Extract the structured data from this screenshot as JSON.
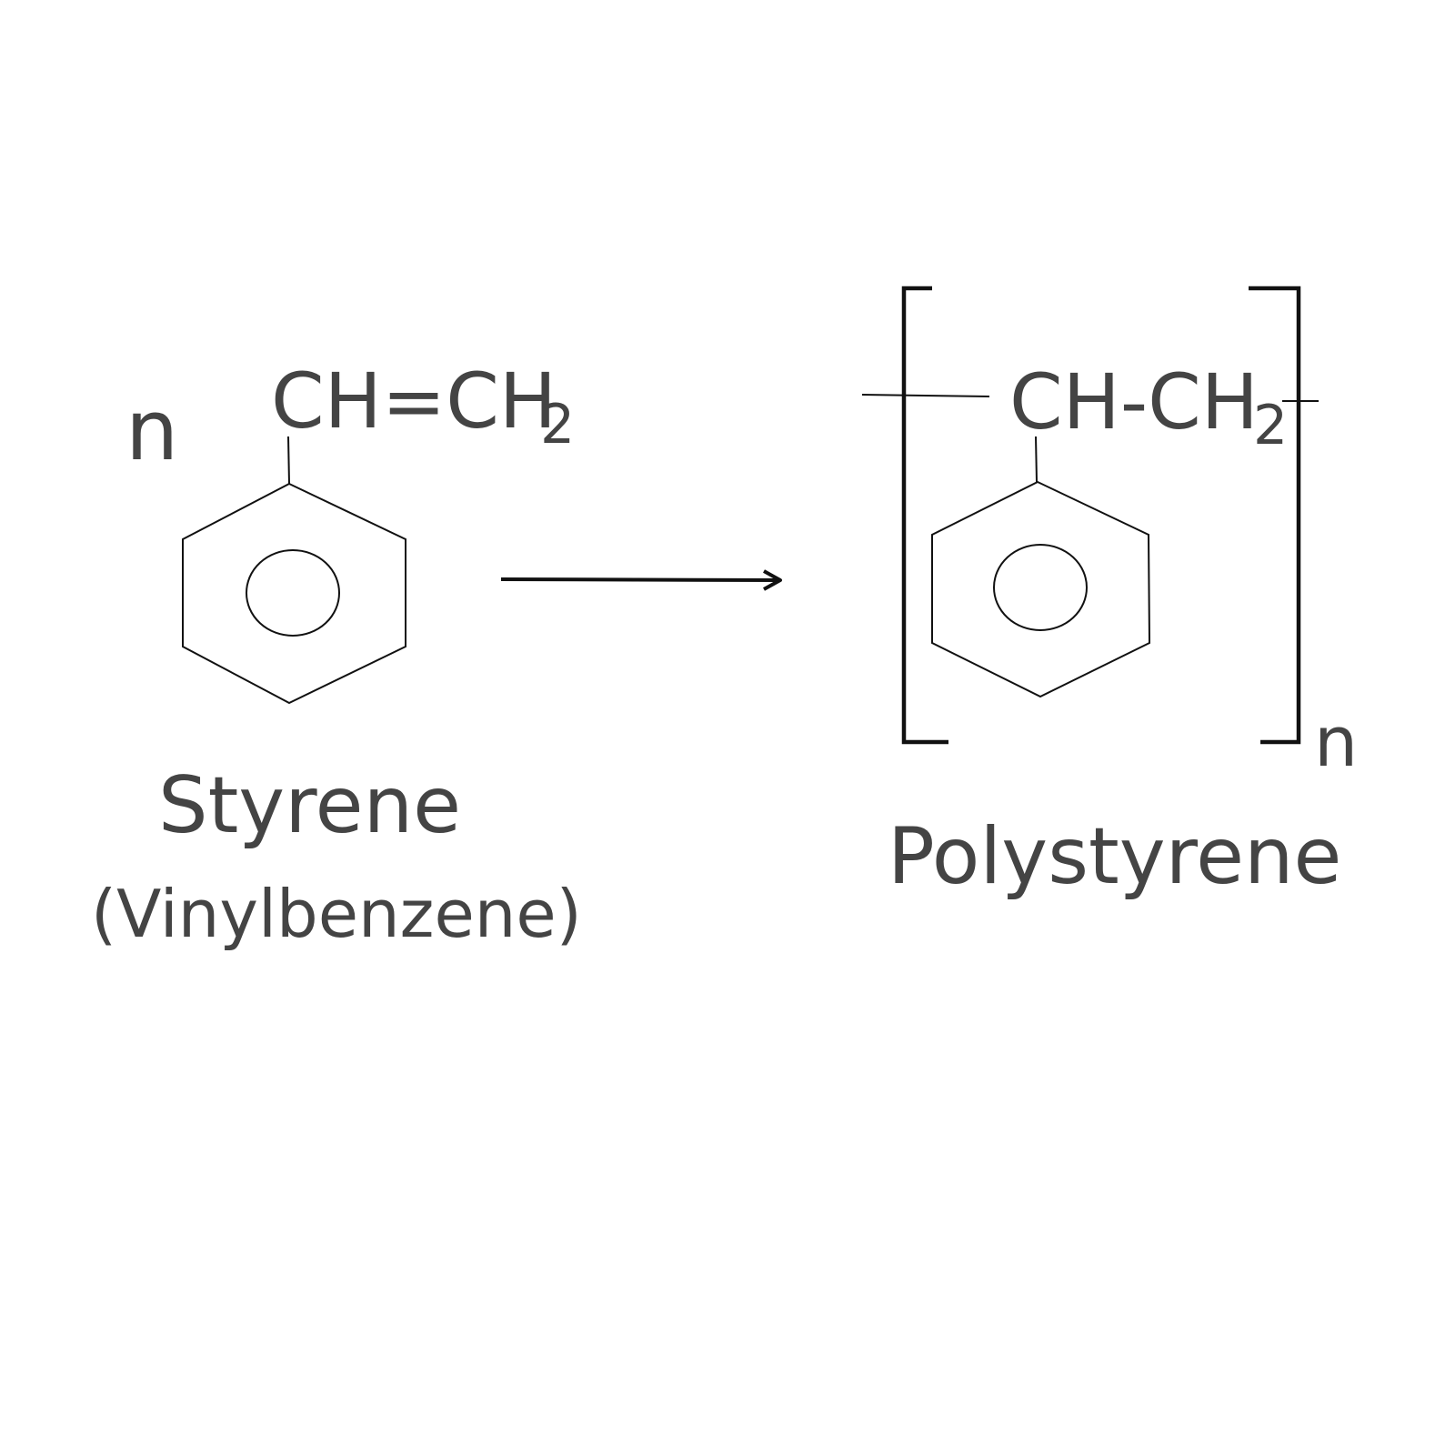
{
  "reactant": {
    "coefficient": "n",
    "group_main": "CH=CH",
    "group_subscript": "2",
    "name": "Styrene",
    "alt_name": "(Vinylbenzene)"
  },
  "product": {
    "group_main": "CH-CH",
    "group_subscript": "2",
    "repeat_subscript": "n",
    "name": "Polystyrene"
  }
}
